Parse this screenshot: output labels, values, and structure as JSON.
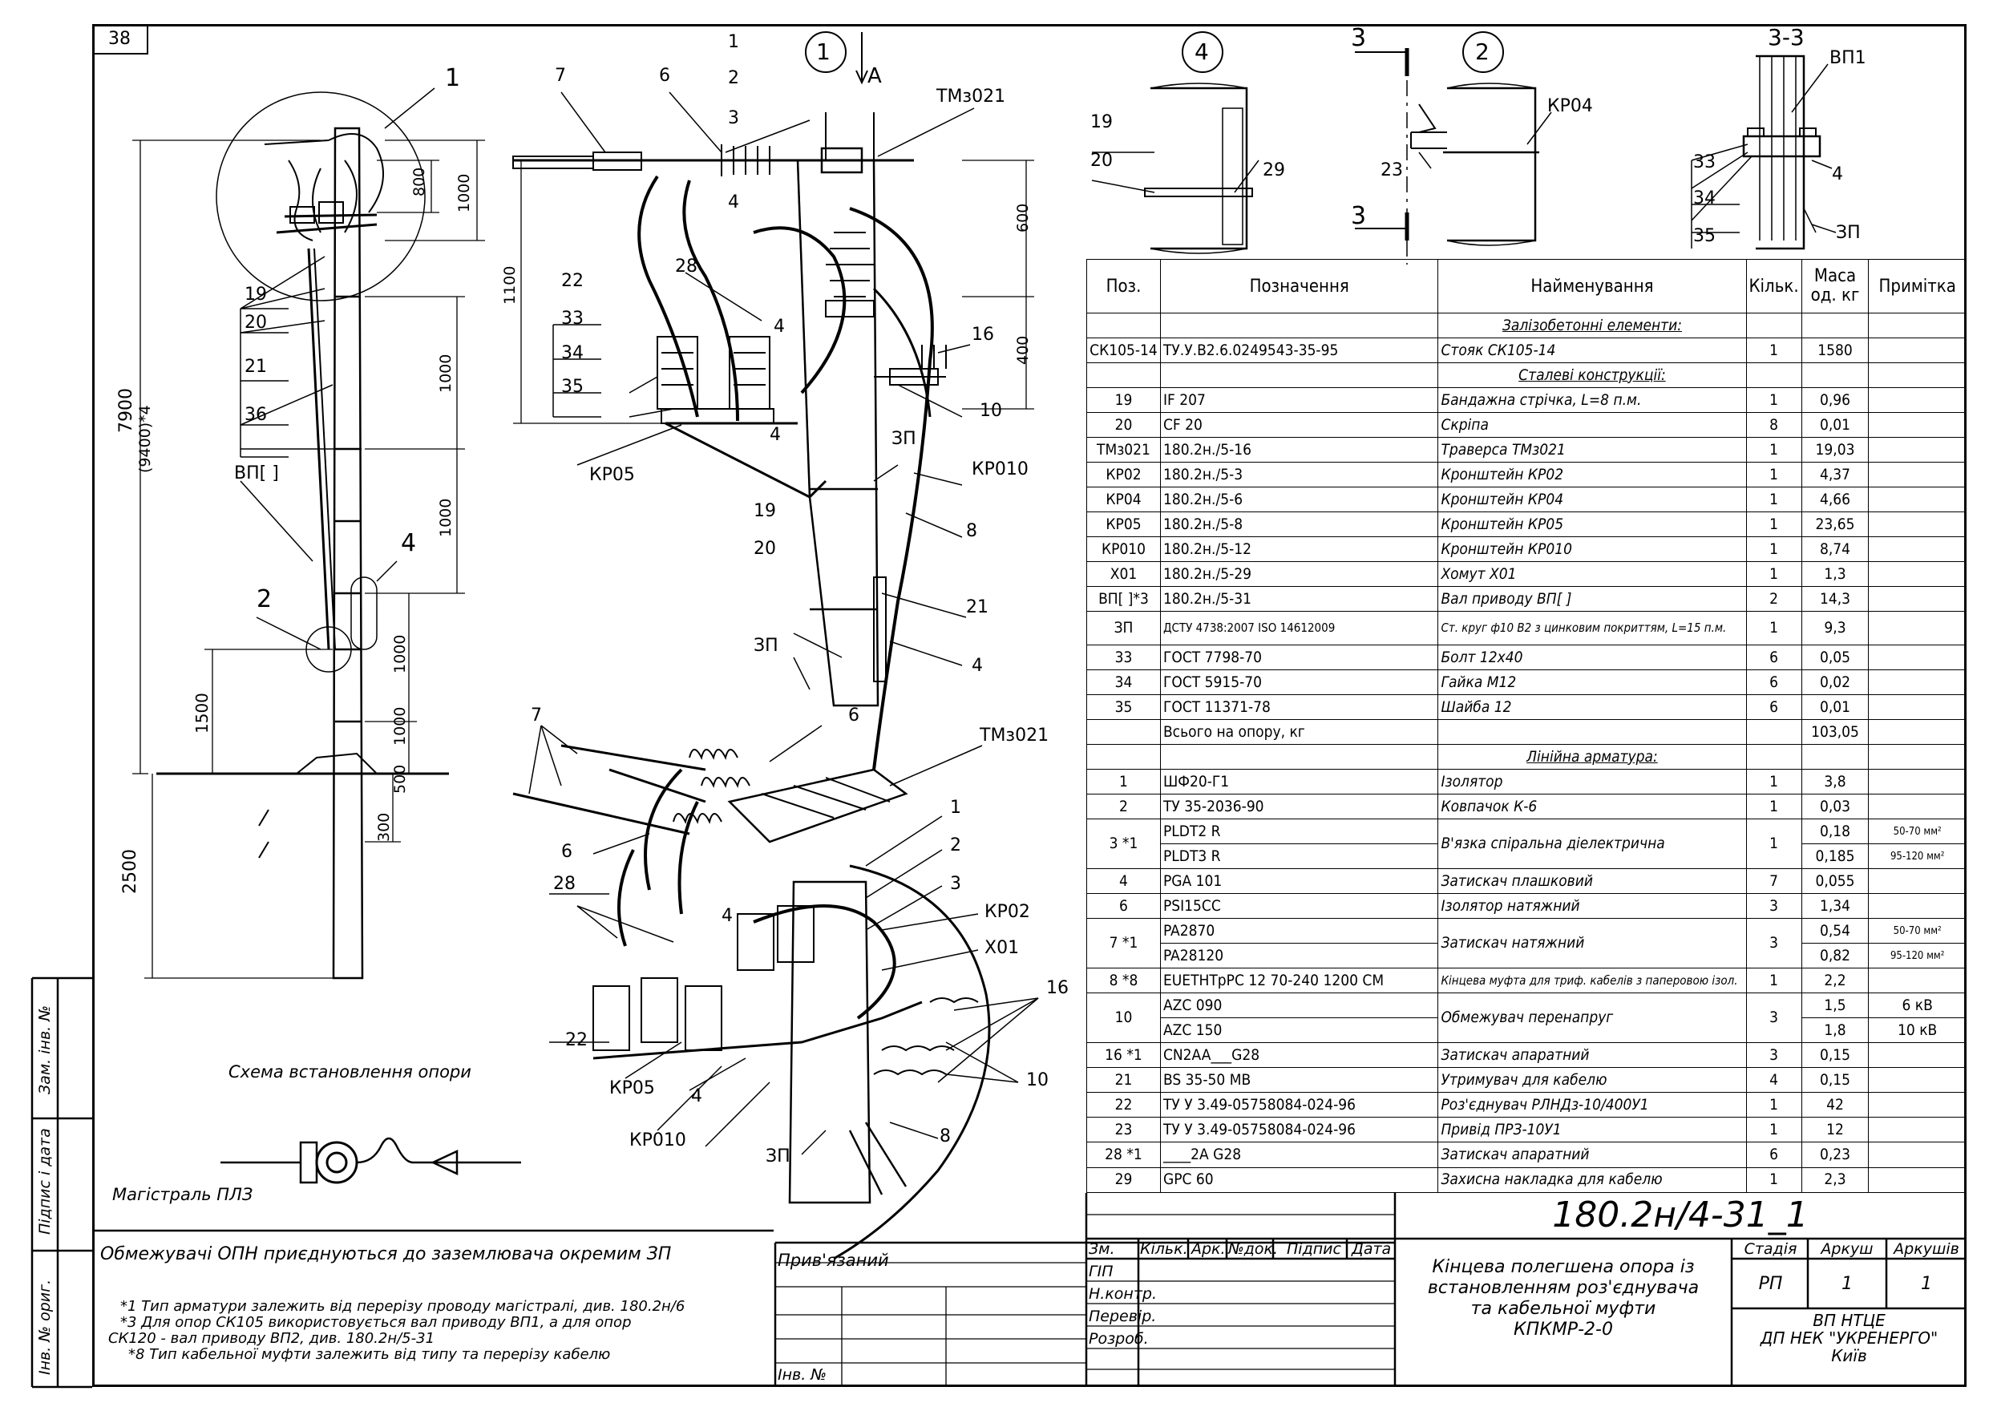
{
  "page_number": "38",
  "drawing_code": "180.2н/4-31_1",
  "drawing_title": [
    "Кінцева полегшена опора із",
    "встановленням роз'єднувача",
    "та кабельної муфти",
    "КПКМР-2-0"
  ],
  "organization": [
    "ВП НТЦЕ",
    "ДП НЕК \"УКРЕНЕРГО\"",
    "Київ"
  ],
  "stage_header": "Стадія",
  "sheet_header": "Аркуш",
  "sheets_header": "Аркушів",
  "stage": "РП",
  "sheet": "1",
  "sheets": "1",
  "revision_headers": [
    "Зм.",
    "Кільк.",
    "Арк.",
    "№док.",
    "Підпис",
    "Дата"
  ],
  "roles": [
    "ГІП",
    "Н.контр.",
    "Перевір.",
    "Розроб."
  ],
  "binding_label": "Прив'язаний",
  "inv_label": "Інв. №",
  "left_stamp": [
    "Зам. інв. №",
    "Підпис і дата",
    "Інв. № ориг."
  ],
  "schema_caption": "Схема встановлення опори",
  "mains_label": "Магістраль ПЛЗ",
  "ground_note": "Обмежувачі ОПН приєднуються до заземлювача окремим ЗП",
  "footnotes": [
    "*1 Тип арматури залежить від перерізу проводу магістралі, див. 180.2н/6",
    "*3 Для опор СК105 використовується вал приводу ВП1, а для опор",
    "СК120 - вал приводу ВП2, див. 180.2н/5-31",
    "*8 Тип кабельної муфти залежить від типу та перерізу кабелю"
  ],
  "view_labels": {
    "v1": "1",
    "v2": "2",
    "v4": "4",
    "a": "А",
    "sec33": "3-3",
    "sec3": "3"
  },
  "callouts": {
    "tmz": "ТМз021",
    "kr05": "КР05",
    "kr010": "КР010",
    "kr02": "КР02",
    "kr04": "КР04",
    "x01": "Х01",
    "zp": "ЗП",
    "vp1": "ВП1",
    "vpx": "ВП[ ]",
    "n1": "1",
    "n2": "2",
    "n3": "3",
    "n4": "4",
    "n6": "6",
    "n7": "7",
    "n8": "8",
    "n10": "10",
    "n16": "16",
    "n19": "19",
    "n20": "20",
    "n21": "21",
    "n22": "22",
    "n23": "23",
    "n28": "28",
    "n29": "29",
    "n33": "33",
    "n34": "34",
    "n35": "35",
    "n36": "36"
  },
  "dimensions": {
    "d800": "800",
    "d1000": "1000",
    "d600": "600",
    "d400": "400",
    "d1100": "1100",
    "d7900": "7900",
    "d9400": "(9400)*4",
    "d1500": "1500",
    "d2500": "2500",
    "d300": "300",
    "d500": "500"
  },
  "spec_headers": [
    "Поз.",
    "Позначення",
    "Найменування",
    "Кільк.",
    "Маса од. кг",
    "Примітка"
  ],
  "spec_rows": [
    {
      "sec": "Залізобетонні елементи:"
    },
    {
      "pos": "СК105-14",
      "code": "ТУ.У.В2.6.0249543-35-95",
      "name": "Стояк СК105-14",
      "qty": "1",
      "mass": "1580",
      "note": ""
    },
    {
      "sec": "Сталеві конструкції:"
    },
    {
      "pos": "19",
      "code": "IF 207",
      "name": "Бандажна стрічка, L=8 п.м.",
      "qty": "1",
      "mass": "0,96",
      "note": ""
    },
    {
      "pos": "20",
      "code": "CF 20",
      "name": "Скріпа",
      "qty": "8",
      "mass": "0,01",
      "note": ""
    },
    {
      "pos": "ТМз021",
      "code": "180.2н./5-16",
      "name": "Траверса ТМз021",
      "qty": "1",
      "mass": "19,03",
      "note": ""
    },
    {
      "pos": "КР02",
      "code": "180.2н./5-3",
      "name": "Кронштейн КР02",
      "qty": "1",
      "mass": "4,37",
      "note": ""
    },
    {
      "pos": "КР04",
      "code": "180.2н./5-6",
      "name": "Кронштейн КР04",
      "qty": "1",
      "mass": "4,66",
      "note": ""
    },
    {
      "pos": "КР05",
      "code": "180.2н./5-8",
      "name": "Кронштейн КР05",
      "qty": "1",
      "mass": "23,65",
      "note": ""
    },
    {
      "pos": "КР010",
      "code": "180.2н./5-12",
      "name": "Кронштейн КР010",
      "qty": "1",
      "mass": "8,74",
      "note": ""
    },
    {
      "pos": "Х01",
      "code": "180.2н./5-29",
      "name": "Хомут Х01",
      "qty": "1",
      "mass": "1,3",
      "note": ""
    },
    {
      "pos": "ВП[ ]*3",
      "code": "180.2н./5-31",
      "name": "Вал приводу ВП[ ]",
      "qty": "2",
      "mass": "14,3",
      "note": ""
    },
    {
      "pos": "ЗП",
      "code": "ДСТУ 4738:2007 ISO 14612009",
      "name": "Ст. круг ф10 В2 з цинковим покриттям, L=15 п.м.",
      "qty": "1",
      "mass": "9,3",
      "note": "",
      "tall": true
    },
    {
      "pos": "33",
      "code": "ГОСТ 7798-70",
      "name": "Болт 12х40",
      "qty": "6",
      "mass": "0,05",
      "note": ""
    },
    {
      "pos": "34",
      "code": "ГОСТ 5915-70",
      "name": "Гайка М12",
      "qty": "6",
      "mass": "0,02",
      "note": ""
    },
    {
      "pos": "35",
      "code": "ГОСТ 11371-78",
      "name": "Шайба 12",
      "qty": "6",
      "mass": "0,01",
      "note": ""
    },
    {
      "pos": "",
      "code": "Всього на опору, кг",
      "name": "",
      "qty": "",
      "mass": "103,05",
      "note": ""
    },
    {
      "sec": "Лінійна арматура:"
    },
    {
      "pos": "1",
      "code": "ШФ20-Г1",
      "name": "Ізолятор",
      "qty": "1",
      "mass": "3,8",
      "note": ""
    },
    {
      "pos": "2",
      "code": "ТУ 35-2036-90",
      "name": "Ковпачок К-6",
      "qty": "1",
      "mass": "0,03",
      "note": ""
    },
    {
      "pos": "3 *1",
      "code": "PLDT2 R",
      "code2": "PLDT3 R",
      "name": "В'язка спіральна діелектрична",
      "qty": "1",
      "mass": "0,18",
      "mass2": "0,185",
      "note": "50-70 мм²",
      "note2": "95-120 мм²",
      "double": true
    },
    {
      "pos": "4",
      "code": "PGA 101",
      "name": "Затискач плашковий",
      "qty": "7",
      "mass": "0,055",
      "note": ""
    },
    {
      "pos": "6",
      "code": "PSI15CC",
      "name": "Ізолятор натяжний",
      "qty": "3",
      "mass": "1,34",
      "note": ""
    },
    {
      "pos": "7 *1",
      "code": "PA2870",
      "code2": "PA28120",
      "name": "Затискач натяжний",
      "qty": "3",
      "mass": "0,54",
      "mass2": "0,82",
      "note": "50-70 мм²",
      "note2": "95-120 мм²",
      "double": true
    },
    {
      "pos": "8 *8",
      "code": "EUETHTpPC 12 70-240 1200 CM",
      "name": "Кінцева муфта для триф. кабелів з паперовою ізол.",
      "qty": "1",
      "mass": "2,2",
      "note": "",
      "smallname": true
    },
    {
      "pos": "10",
      "code": "AZC 090",
      "code2": "AZC 150",
      "name": "Обмежувач перенапруг",
      "qty": "3",
      "mass": "1,5",
      "mass2": "1,8",
      "note": "6 кВ",
      "note2": "10 кВ",
      "double": true
    },
    {
      "pos": "16 *1",
      "code": "CN2AA___G28",
      "name": "Затискач апаратний",
      "qty": "3",
      "mass": "0,15",
      "note": ""
    },
    {
      "pos": "21",
      "code": "BS 35-50 MB",
      "name": "Утримувач для кабелю",
      "qty": "4",
      "mass": "0,15",
      "note": ""
    },
    {
      "pos": "22",
      "code": "ТУ У 3.49-05758084-024-96",
      "name": "Роз'єднувач РЛНДз-10/400У1",
      "qty": "1",
      "mass": "42",
      "note": ""
    },
    {
      "pos": "23",
      "code": "ТУ У 3.49-05758084-024-96",
      "name": "Привід ПРЗ-10У1",
      "qty": "1",
      "mass": "12",
      "note": ""
    },
    {
      "pos": "28 *1",
      "code": "____2A G28",
      "name": "Затискач апаратний",
      "qty": "6",
      "mass": "0,23",
      "note": ""
    },
    {
      "pos": "29",
      "code": "GPC 60",
      "name": "Захисна накладка для кабелю",
      "qty": "1",
      "mass": "2,3",
      "note": ""
    }
  ]
}
